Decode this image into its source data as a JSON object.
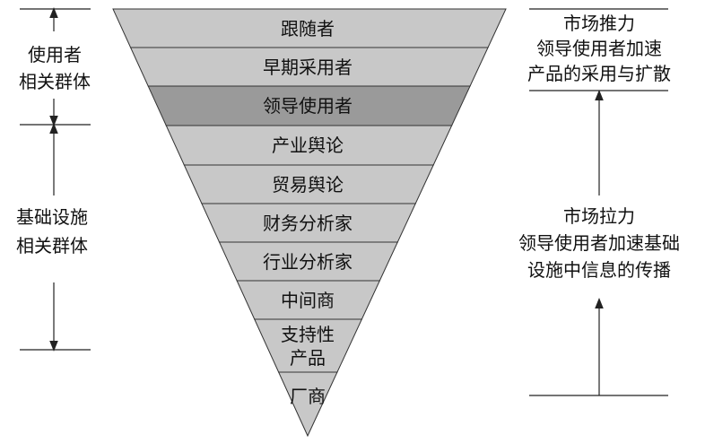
{
  "funnel": {
    "layers": [
      {
        "label": "跟随者"
      },
      {
        "label": "早期采用者"
      },
      {
        "label": "领导使用者",
        "highlighted": true
      },
      {
        "label": "产业舆论"
      },
      {
        "label": "贸易舆论"
      },
      {
        "label": "财务分析家"
      },
      {
        "label": "行业分析家"
      },
      {
        "label": "中间商"
      },
      {
        "label": "支持性产品",
        "lines": [
          "支持性",
          "产品"
        ]
      },
      {
        "label": "厂商"
      }
    ]
  },
  "left_groups": {
    "top": {
      "lines": [
        "使用者",
        "相关群体"
      ]
    },
    "bottom": {
      "lines": [
        "基础设施",
        "相关群体"
      ]
    }
  },
  "right_notes": {
    "push": {
      "lines": [
        "市场推力",
        "领导使用者加速",
        "产品的采用与扩散"
      ]
    },
    "pull": {
      "lines": [
        "市场拉力",
        "领导使用者加速基础",
        "设施中信息的传播"
      ]
    }
  },
  "colors": {
    "layer_fill": "#c8c8c8",
    "layer_highlight": "#9a9a9a",
    "layer_stroke": "#333333",
    "line": "#222222",
    "text": "#111111"
  }
}
